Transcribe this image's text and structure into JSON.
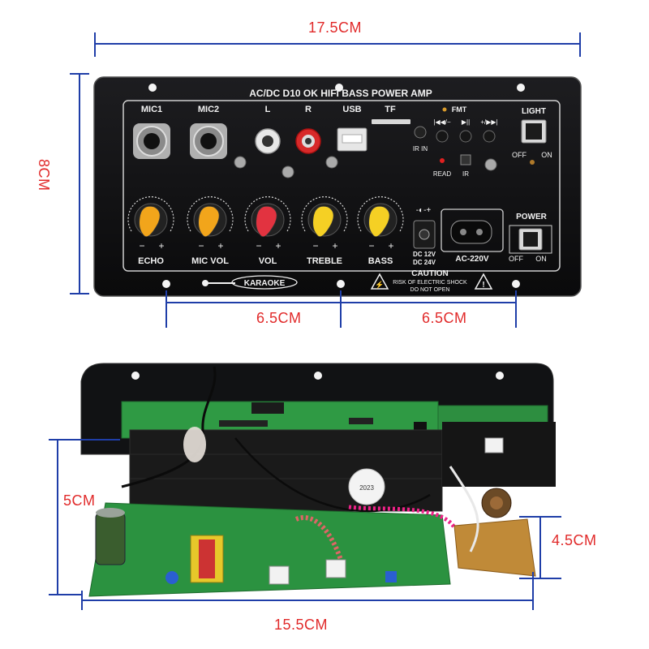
{
  "dimensions": {
    "top_width": "17.5CM",
    "top_height": "8CM",
    "left_hole_spacing": "6.5CM",
    "right_hole_spacing": "6.5CM",
    "bottom_height": "5CM",
    "bottom_board_height": "4.5CM",
    "bottom_width": "15.5CM"
  },
  "panel": {
    "title": "AC/DC  D10 OK  HIFI    BASS  POWER  AMP",
    "jacks": {
      "mic1": "MIC1",
      "mic2": "MIC2",
      "left": "L",
      "right": "R",
      "usb": "USB",
      "tf": "TF",
      "ir_in": "IR IN",
      "fmt": "FMT",
      "prev": "|◀◀/−",
      "play": "▶||",
      "next": "+/▶▶|",
      "read": "READ",
      "ir": "IR"
    },
    "light": {
      "label": "LIGHT",
      "off": "OFF",
      "on": "ON"
    },
    "knobs": [
      {
        "label": "ECHO",
        "color": "#f2a51b"
      },
      {
        "label": "MIC VOL",
        "color": "#f2a51b"
      },
      {
        "label": "VOL",
        "color": "#e23340"
      },
      {
        "label": "TREBLE",
        "color": "#f5d024"
      },
      {
        "label": "BASS",
        "color": "#f5d024"
      }
    ],
    "knob_minus": "−",
    "knob_plus": "+",
    "dc_symbol": "-◐-+",
    "dc_label_1": "DC 12V",
    "dc_label_2": "DC 24V",
    "ac_label": "AC-220V",
    "power": {
      "label": "POWER",
      "off": "OFF",
      "on": "ON"
    },
    "karaoke_logo": "KARAOKE",
    "caution_title": "CAUTION",
    "caution_line1": "RISK OF ELECTRIC SHOCK",
    "caution_line2": "DO NOT OPEN"
  },
  "board": {
    "sticker_text": "2023"
  },
  "colors": {
    "dimension_text": "#e12a2a",
    "dimension_line": "#1f3ea8",
    "panel": "#0e0e10",
    "panel_text": "#f2f2f2",
    "pcb_green": "#2f9a44"
  }
}
